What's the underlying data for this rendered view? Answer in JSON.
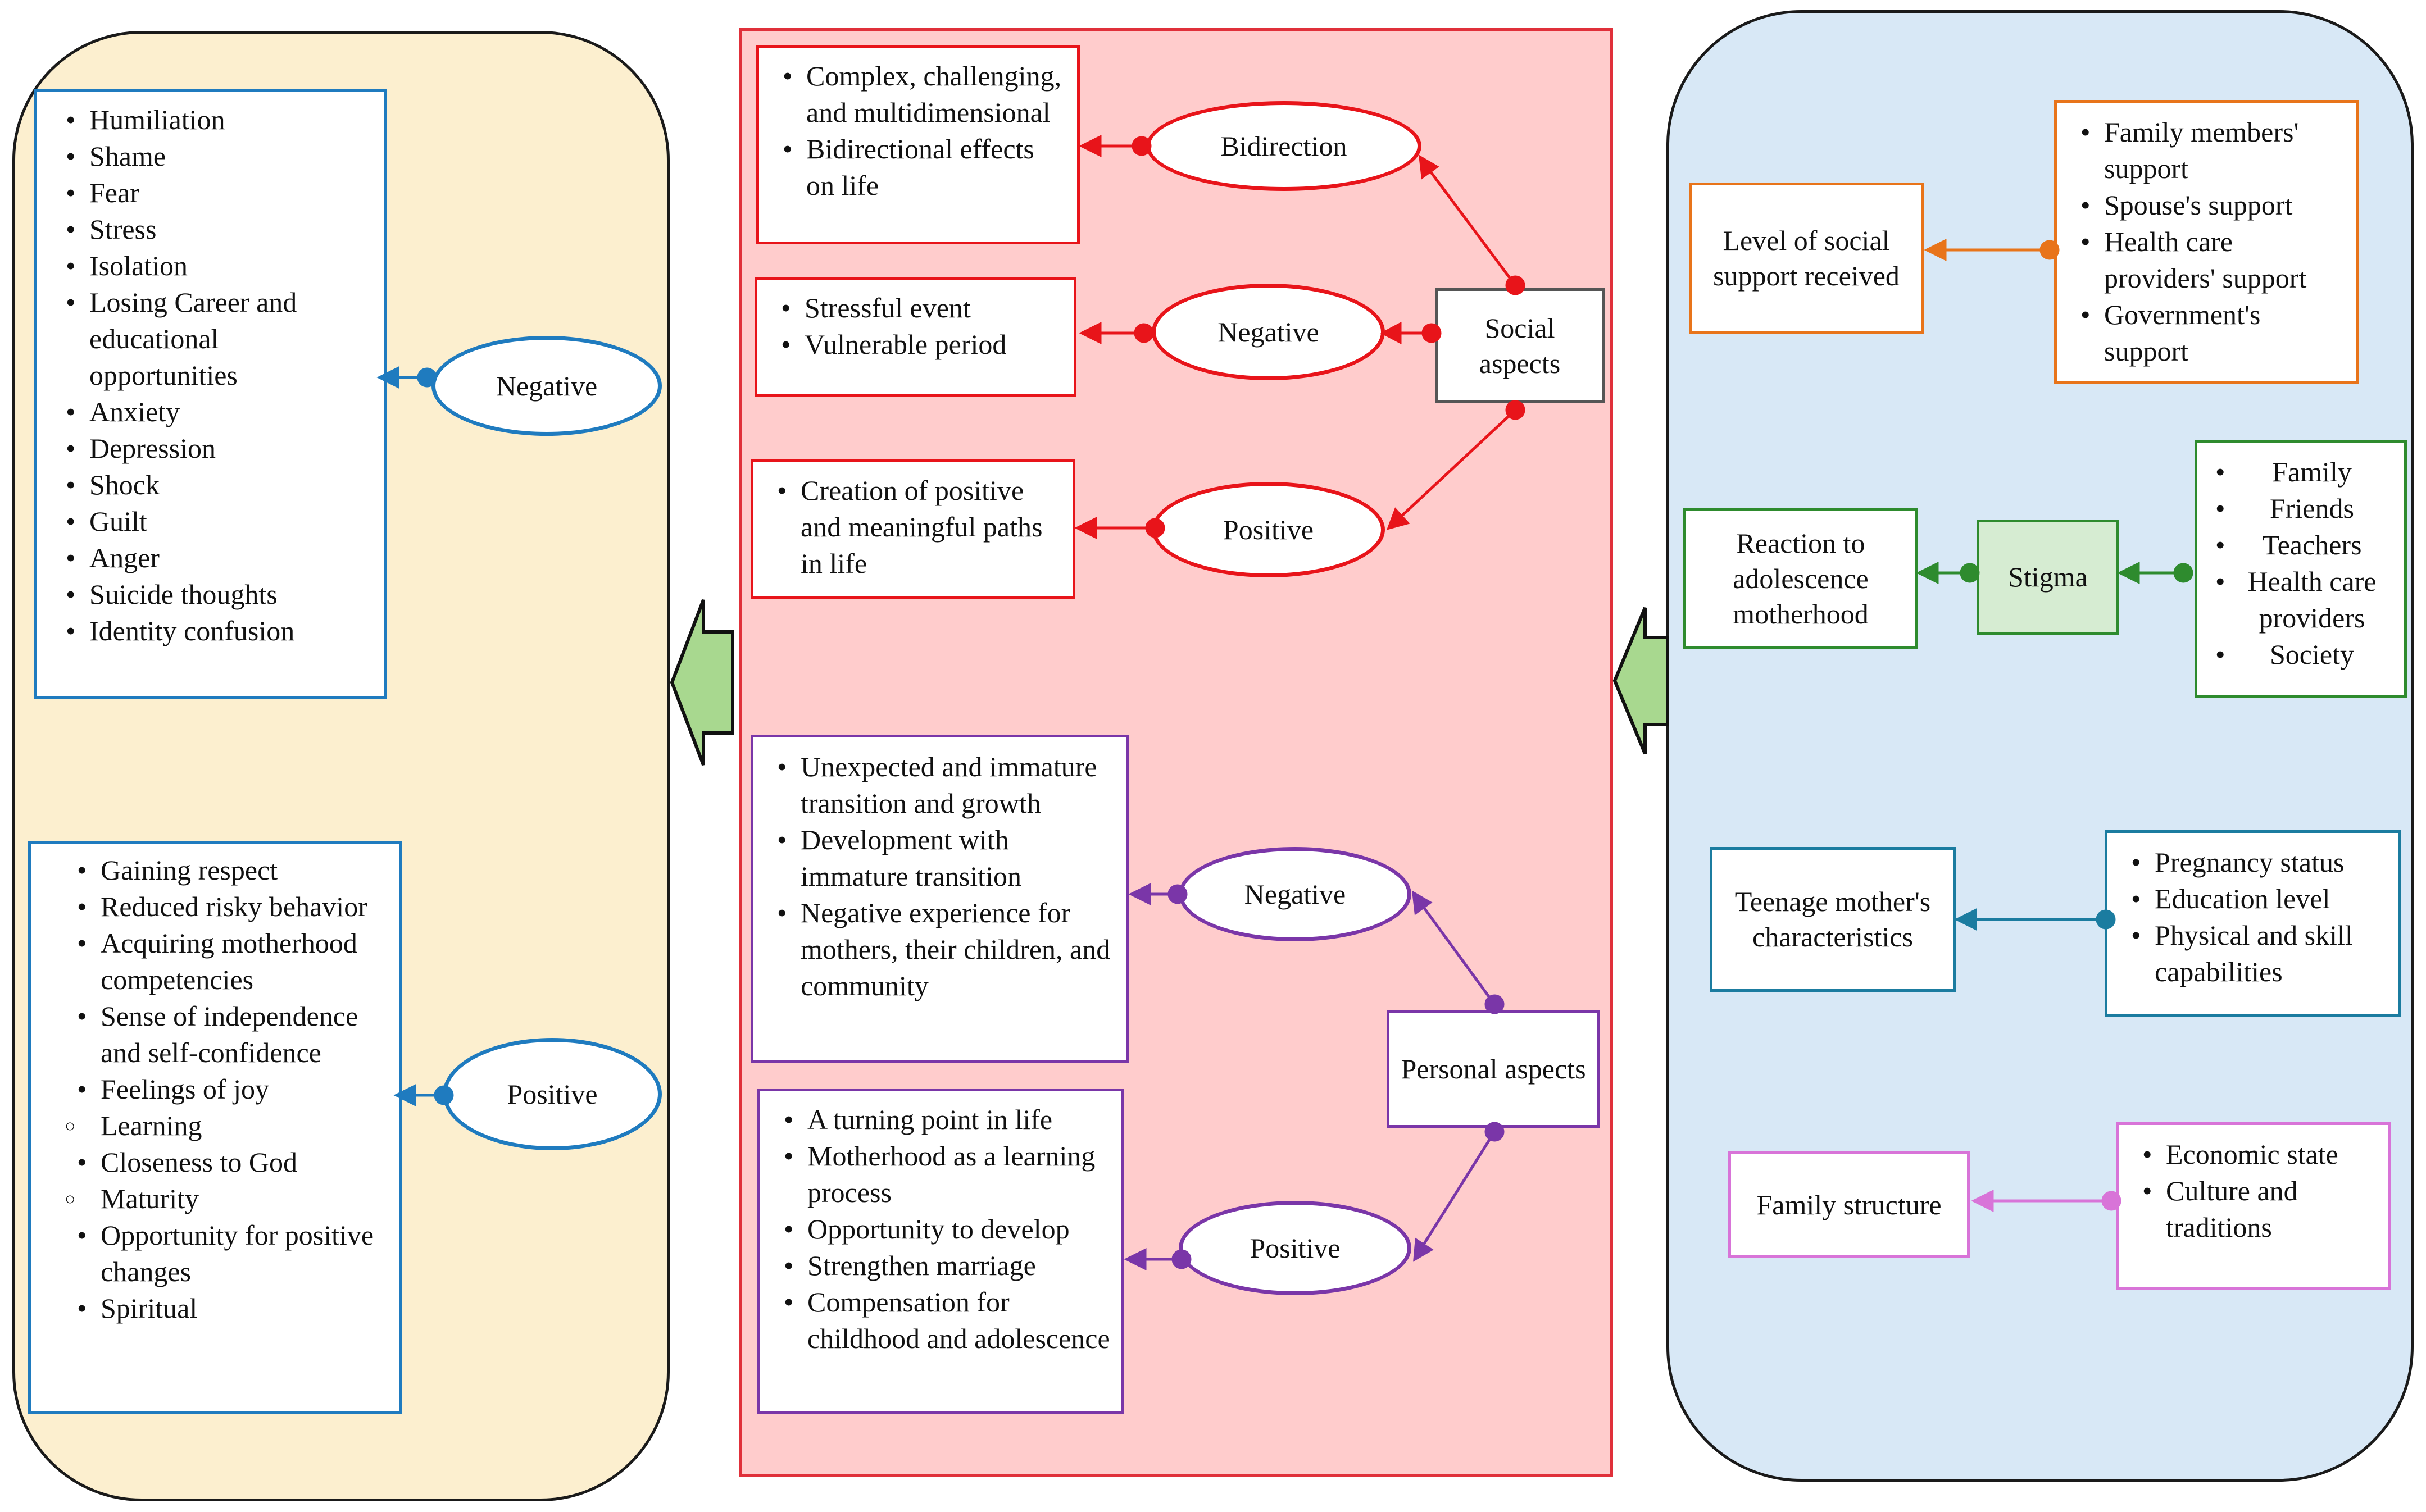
{
  "colors": {
    "left_panel": "#fcefcf",
    "middle_panel": "#ffcccc",
    "right_panel": "#d8e8f6",
    "blue": "#1f7bbf",
    "red": "#e8141a",
    "purple": "#7a36a8",
    "orange": "#e8741a",
    "green": "#2e8b2e",
    "teal": "#1b7ca0",
    "pink": "#d874d8",
    "arrow_fill": "#a8d88f"
  },
  "left": {
    "negative_label": "Negative",
    "negative_items": [
      "Humiliation",
      "Shame",
      "Fear",
      "Stress",
      "Isolation",
      "Losing Career and educational opportunities",
      "Anxiety",
      "Depression",
      "Shock",
      "Guilt",
      "Anger",
      "Suicide thoughts",
      "Identity confusion"
    ],
    "positive_label": "Positive",
    "positive_items": [
      {
        "t": "Gaining respect",
        "m": "b"
      },
      {
        "t": "Reduced risky behavior",
        "m": "b"
      },
      {
        "t": "Acquiring motherhood competencies",
        "m": "b"
      },
      {
        "t": "Sense of independence and self-confidence",
        "m": "b"
      },
      {
        "t": "Feelings of joy",
        "m": "b"
      },
      {
        "t": "Learning",
        "m": "o"
      },
      {
        "t": "Closeness to God",
        "m": "b"
      },
      {
        "t": "Maturity",
        "m": "o"
      },
      {
        "t": "Opportunity for positive changes",
        "m": "b"
      },
      {
        "t": "Spiritual",
        "m": "b"
      }
    ]
  },
  "middle": {
    "social_label": "Social aspects",
    "bidirection_label": "Bidirection",
    "bidirection_items": [
      "Complex, challenging, and multidimensional",
      "Bidirectional effects on life"
    ],
    "social_negative_label": "Negative",
    "social_negative_items": [
      "Stressful event",
      "Vulnerable period"
    ],
    "social_positive_label": "Positive",
    "social_positive_items": [
      "Creation of positive and meaningful paths in life"
    ],
    "personal_label": "Personal aspects",
    "personal_negative_label": "Negative",
    "personal_negative_items": [
      "Unexpected and immature transition and growth",
      "Development with immature transition",
      "Negative experience for mothers, their children, and community"
    ],
    "personal_positive_label": "Positive",
    "personal_positive_items": [
      "A turning point in life",
      "Motherhood as a learning process",
      "Opportunity to develop",
      "Strengthen marriage",
      "Compensation for childhood and adolescence"
    ]
  },
  "right": {
    "support_label": "Level of social support received",
    "support_items": [
      "Family members' support",
      "Spouse's support",
      "Health care providers' support",
      "Government's support"
    ],
    "reaction_label": "Reaction to adolescence motherhood",
    "stigma_label": "Stigma",
    "stigma_items": [
      "Family",
      "Friends",
      "Teachers",
      "Health care providers",
      "Society"
    ],
    "teen_label": "Teenage mother's characteristics",
    "teen_items": [
      "Pregnancy status",
      "Education level",
      "Physical and skill capabilities"
    ],
    "family_label": "Family structure",
    "family_items": [
      "Economic state",
      "Culture and traditions"
    ]
  }
}
